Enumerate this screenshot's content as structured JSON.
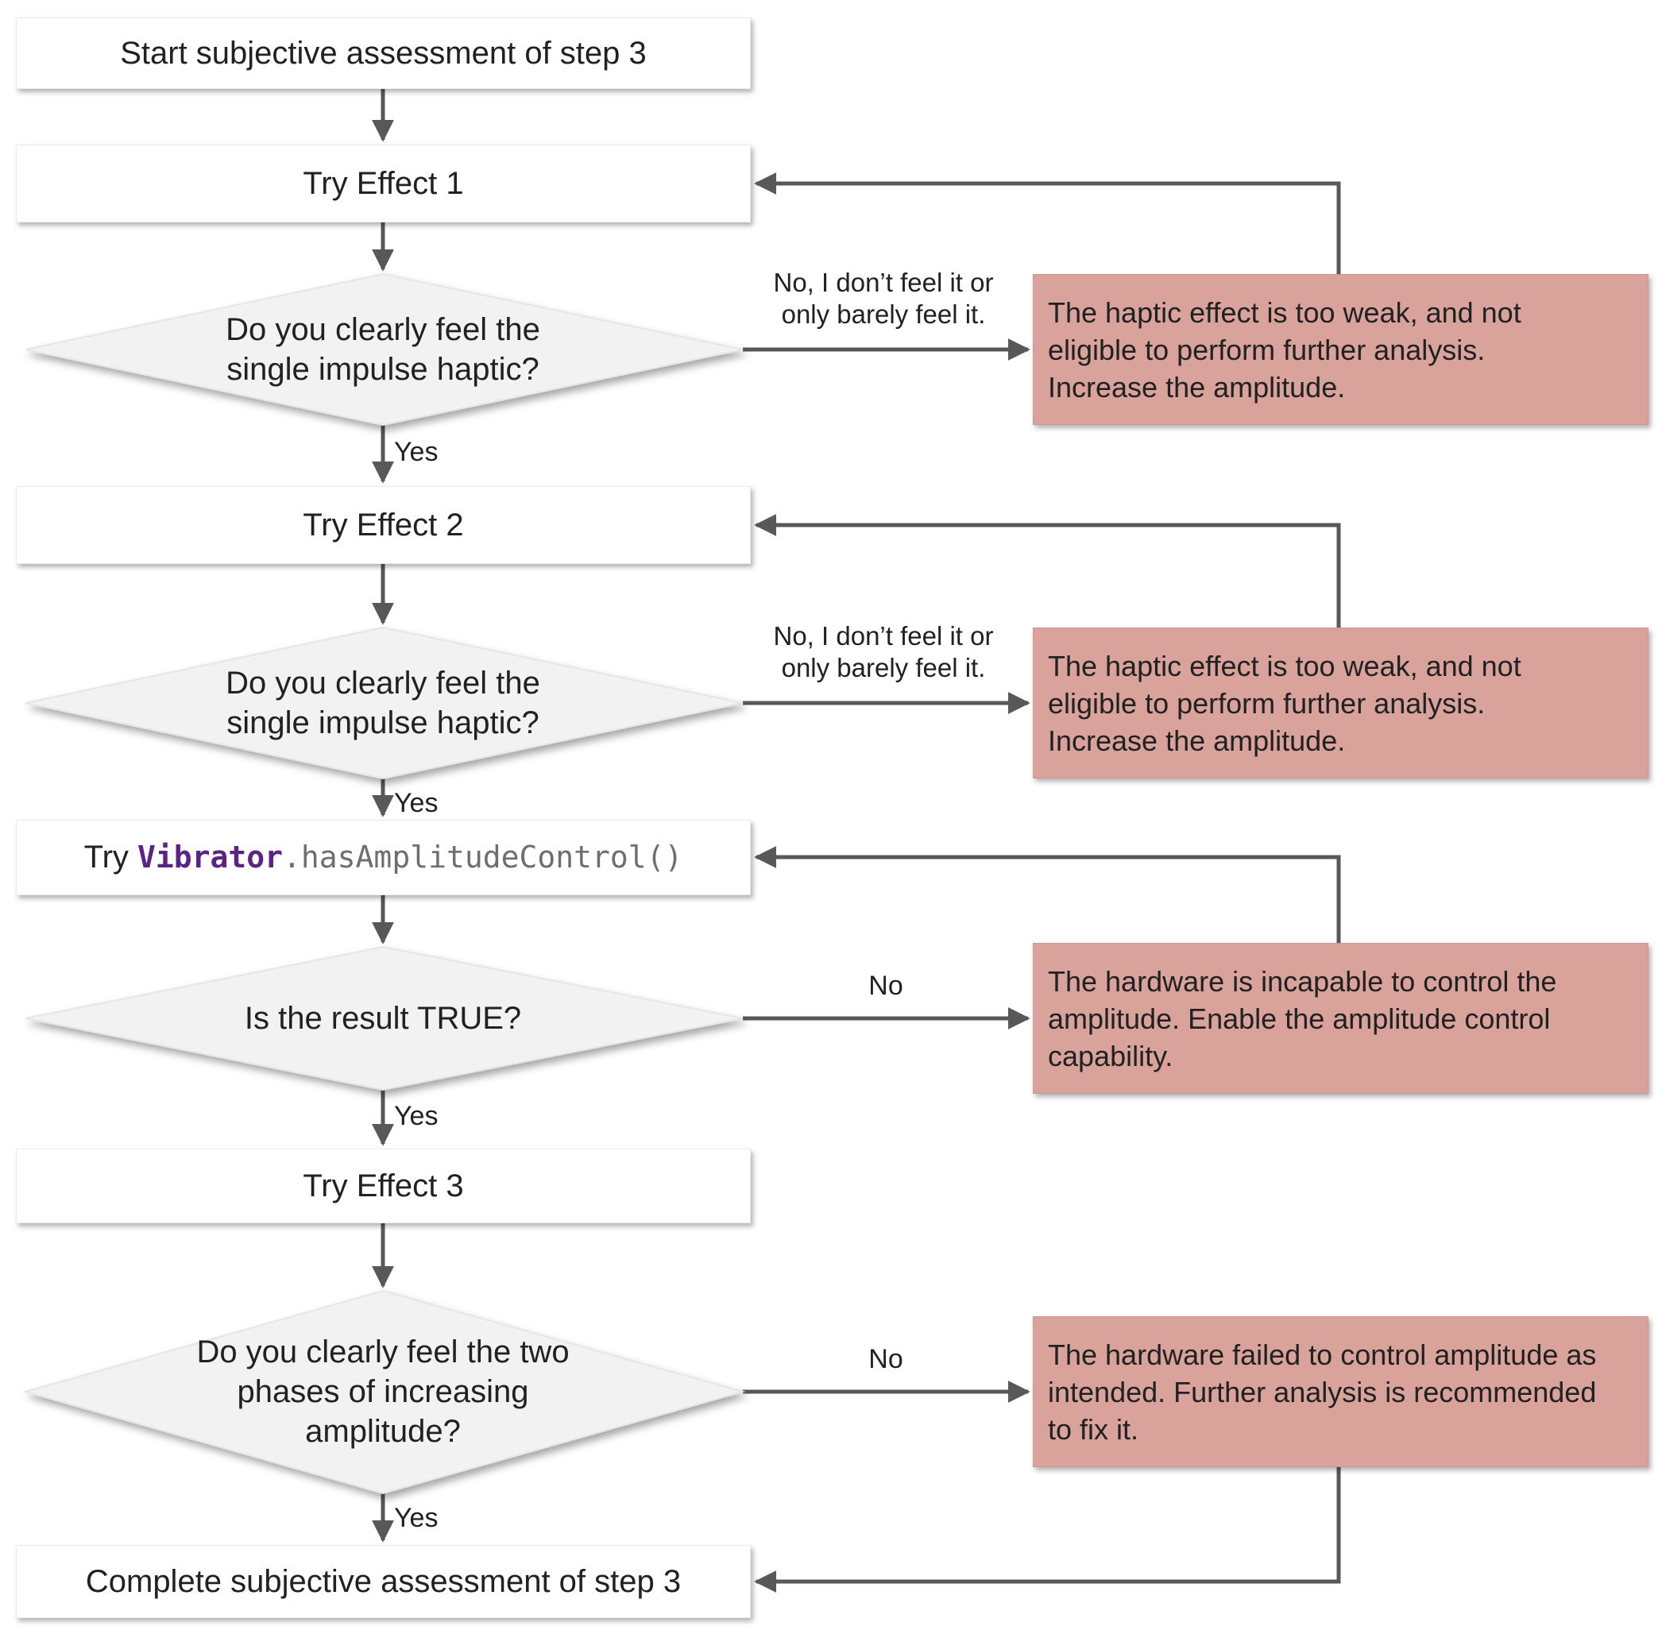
{
  "nodes": {
    "start": {
      "label": "Start subjective assessment of step 3"
    },
    "try_effect_1": {
      "label": "Try Effect 1"
    },
    "decision_1": {
      "label": "Do you clearly feel the\nsingle impulse haptic?"
    },
    "try_effect_2": {
      "label": "Try Effect 2"
    },
    "decision_2": {
      "label": "Do you clearly feel the\nsingle impulse haptic?"
    },
    "api_call": {
      "prefix": "Try ",
      "code_class": "Vibrator",
      "code_method": ".hasAmplitudeControl()"
    },
    "decision_3": {
      "label": "Is the result TRUE?"
    },
    "try_effect_3": {
      "label": "Try Effect 3"
    },
    "decision_4": {
      "label": "Do you clearly feel the two\nphases of increasing\namplitude?"
    },
    "complete": {
      "label": "Complete subjective assessment of step 3"
    }
  },
  "failures": {
    "fail_1": {
      "text": "The haptic effect is too weak, and not\neligible to perform further analysis.\nIncrease the amplitude."
    },
    "fail_2": {
      "text": "The haptic effect is too weak, and not\neligible to perform further analysis.\nIncrease the amplitude."
    },
    "fail_3": {
      "text": "The hardware is incapable to control the\namplitude. Enable the amplitude control\ncapability."
    },
    "fail_4": {
      "text": "The hardware failed to control amplitude as\nintended. Further analysis is recommended\nto fix it."
    }
  },
  "labels": {
    "yes_1": "Yes",
    "yes_2": "Yes",
    "yes_3": "Yes",
    "yes_4": "Yes",
    "no_long_1": "No, I don’t feel it or\nonly barely feel it.",
    "no_long_2": "No, I don’t feel it or\nonly barely feel it.",
    "no_3": "No",
    "no_4": "No"
  },
  "colors": {
    "fail_box_bg": "#d9a39c",
    "connector": "#58585a",
    "diamond_fill": "#f2f2f2",
    "node_fill": "#ffffff",
    "node_border": "#ececec",
    "text": "#212121",
    "code_class": "#5b2383",
    "code_method": "#6e6e6e"
  }
}
